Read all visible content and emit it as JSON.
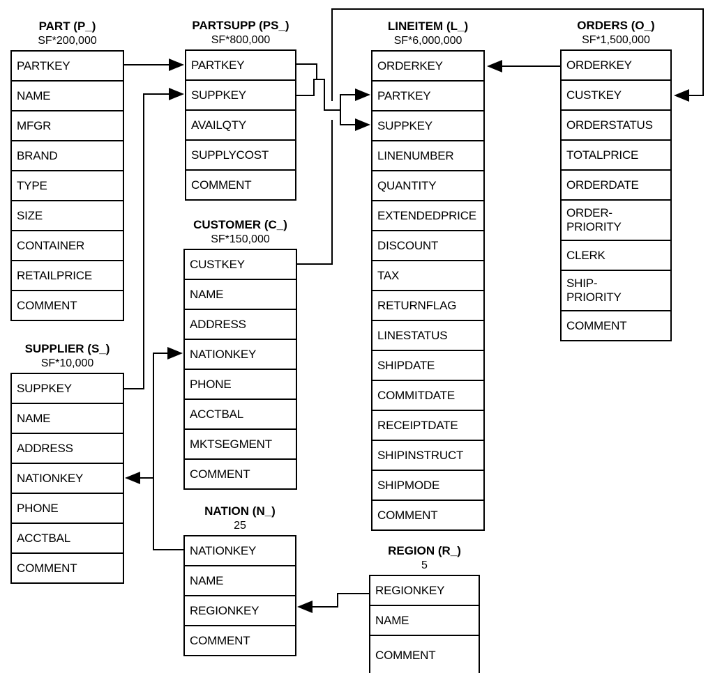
{
  "tables": [
    {
      "id": "part",
      "title": "PART (P_)",
      "subtitle": "SF*200,000",
      "columns": [
        "PARTKEY",
        "NAME",
        "MFGR",
        "BRAND",
        "TYPE",
        "SIZE",
        "CONTAINER",
        "RETAILPRICE",
        "COMMENT"
      ]
    },
    {
      "id": "partsupp",
      "title": "PARTSUPP (PS_)",
      "subtitle": "SF*800,000",
      "columns": [
        "PARTKEY",
        "SUPPKEY",
        "AVAILQTY",
        "SUPPLYCOST",
        "COMMENT"
      ]
    },
    {
      "id": "lineitem",
      "title": "LINEITEM (L_)",
      "subtitle": "SF*6,000,000",
      "columns": [
        "ORDERKEY",
        "PARTKEY",
        "SUPPKEY",
        "LINENUMBER",
        "QUANTITY",
        "EXTENDEDPRICE",
        "DISCOUNT",
        "TAX",
        "RETURNFLAG",
        "LINESTATUS",
        "SHIPDATE",
        "COMMITDATE",
        "RECEIPTDATE",
        "SHIPINSTRUCT",
        "SHIPMODE",
        "COMMENT"
      ]
    },
    {
      "id": "orders",
      "title": "ORDERS (O_)",
      "subtitle": "SF*1,500,000",
      "columns": [
        "ORDERKEY",
        "CUSTKEY",
        "ORDERSTATUS",
        "TOTALPRICE",
        "ORDERDATE",
        "ORDER-\nPRIORITY",
        "CLERK",
        "SHIP-\nPRIORITY",
        "COMMENT"
      ]
    },
    {
      "id": "customer",
      "title": "CUSTOMER (C_)",
      "subtitle": "SF*150,000",
      "columns": [
        "CUSTKEY",
        "NAME",
        "ADDRESS",
        "NATIONKEY",
        "PHONE",
        "ACCTBAL",
        "MKTSEGMENT",
        "COMMENT"
      ]
    },
    {
      "id": "supplier",
      "title": "SUPPLIER (S_)",
      "subtitle": "SF*10,000",
      "columns": [
        "SUPPKEY",
        "NAME",
        "ADDRESS",
        "NATIONKEY",
        "PHONE",
        "ACCTBAL",
        "COMMENT"
      ]
    },
    {
      "id": "nation",
      "title": "NATION (N_)",
      "subtitle": "25",
      "columns": [
        "NATIONKEY",
        "NAME",
        "REGIONKEY",
        "COMMENT"
      ]
    },
    {
      "id": "region",
      "title": "REGION (R_)",
      "subtitle": "5",
      "columns": [
        "REGIONKEY",
        "NAME",
        "COMMENT"
      ]
    }
  ],
  "relationships": [
    {
      "from": "PART.PARTKEY",
      "to": "PARTSUPP.PARTKEY"
    },
    {
      "from": "SUPPLIER.SUPPKEY",
      "to": "PARTSUPP.SUPPKEY"
    },
    {
      "from": "PARTSUPP.PARTKEY",
      "to": "LINEITEM.PARTKEY"
    },
    {
      "from": "PARTSUPP.SUPPKEY",
      "to": "LINEITEM.SUPPKEY"
    },
    {
      "from": "ORDERS.ORDERKEY",
      "to": "LINEITEM.ORDERKEY"
    },
    {
      "from": "CUSTOMER.CUSTKEY",
      "to": "ORDERS.CUSTKEY"
    },
    {
      "from": "NATION.NATIONKEY",
      "to": "CUSTOMER.NATIONKEY"
    },
    {
      "from": "NATION.NATIONKEY",
      "to": "SUPPLIER.NATIONKEY"
    },
    {
      "from": "REGION.REGIONKEY",
      "to": "NATION.REGIONKEY"
    }
  ],
  "colors": {
    "line": "#000000",
    "text": "#000000",
    "background": "#ffffff"
  }
}
